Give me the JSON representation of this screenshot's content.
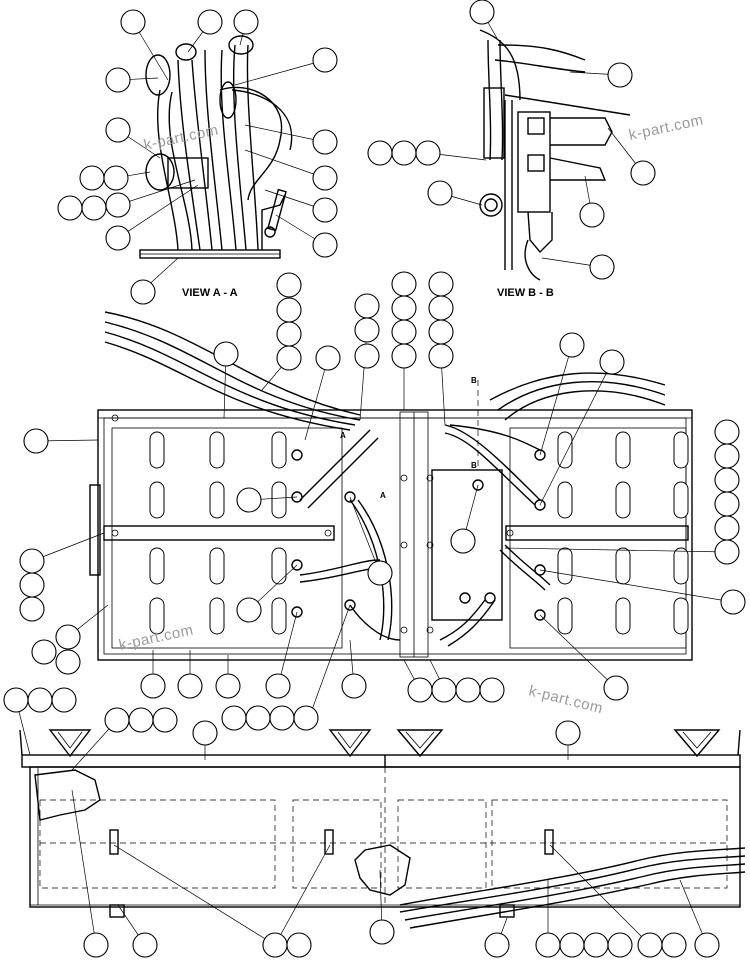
{
  "view_labels": {
    "view_a": "VIEW A - A",
    "view_b": "VIEW B - B"
  },
  "section_marks": {
    "a": "A",
    "b": "B"
  },
  "watermarks": [
    "k-part.com",
    "k-part.com",
    "k-part.com",
    "k-part.com"
  ]
}
